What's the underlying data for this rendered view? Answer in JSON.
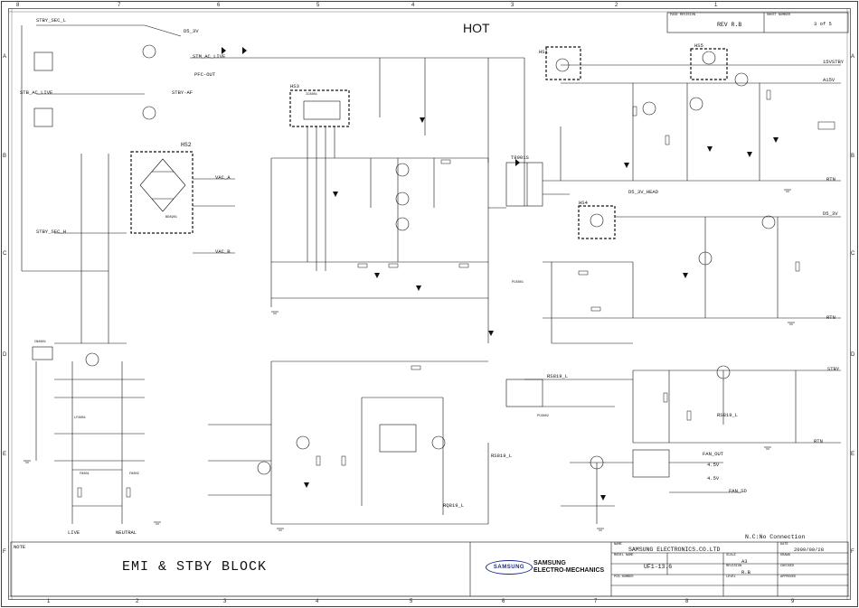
{
  "sheet": {
    "hot_label": "HOT",
    "block_title": "EMI & STBY BLOCK",
    "note_label": "NOTE",
    "nc_note": "N.C:No Connection",
    "columns_top": [
      "8",
      "7",
      "6",
      "5",
      "4",
      "3",
      "2",
      "1"
    ],
    "columns_bottom": [
      "1",
      "2",
      "3",
      "4",
      "5",
      "6",
      "7",
      "8",
      "9"
    ],
    "rows": [
      "A",
      "B",
      "C",
      "D",
      "E",
      "F"
    ]
  },
  "title_block": {
    "rev_header": "PAGE REVISION",
    "rev_value": "REV R.B",
    "sheet_header": "SHEET NUMBER",
    "sheet_value": "3 of 5",
    "name_label": "NAME",
    "company": "SAMSUNG ELECTRONICS.CO.LTD",
    "date_label": "DATE",
    "date_value": "2009/09/28",
    "model_label": "MODEL NAME",
    "model_value": "UF1-13.6",
    "scale_label": "SCALE",
    "scale_value": "A3",
    "drawn_label": "DRAWN",
    "revision_label": "REVISION",
    "revision_value": "R.B",
    "checked_label": "CHECKED",
    "pcb_label": "PCB NUMBER",
    "level_label": "LEVEL",
    "approved_label": "APPROVED",
    "logo_text": "SAMSUNG",
    "brand_line1": "SAMSUNG",
    "brand_line2": "ELECTRO-MECHANICS"
  },
  "nets": {
    "stby_sec_l": "STBY_SEC_L",
    "d5_3v": "D5_3V",
    "stb_ac_live": "STB_AC_LIVE",
    "stm_ac_live": "STM_AC_LIVE",
    "stby_af": "STBY-AF",
    "pfc_out": "PFC-OUT",
    "v15_stby": "15VSTBY",
    "a15v": "A15V",
    "d5_3v_head": "D5_3V_HEAD",
    "d5_3v_r": "D5_3V",
    "stby": "STBY",
    "stby_sec_h": "STBY_SEC_H",
    "vac_a": "VAC_A",
    "vac_b": "VAC_B",
    "rxn": "RTN",
    "rs819_l": "RS819_L",
    "rs819_l2": "RS819_L",
    "rq819_l": "RQ819_L",
    "fan_out": "FAN_OUT",
    "fan_sd": "FAN_SD",
    "live": "LIVE",
    "neutral": "NEUTRAL",
    "rs819_r": "RS819_L",
    "v4_5v": "4.5V",
    "v4_5v_b": "4.5V"
  },
  "parts": {
    "hs2": "HS2",
    "hs3": "HS3",
    "hs4": "HS4",
    "hs5": "HS5",
    "hs1": "HS1",
    "t8901": "T8901S",
    "ic_stby": "IC8801",
    "bridge": "BD8901",
    "fuse1": "F8801",
    "fuse2": "F8802",
    "lf": "LF8801",
    "opto1": "PC8801",
    "opto2": "PC8802",
    "conn": "CN8801"
  }
}
